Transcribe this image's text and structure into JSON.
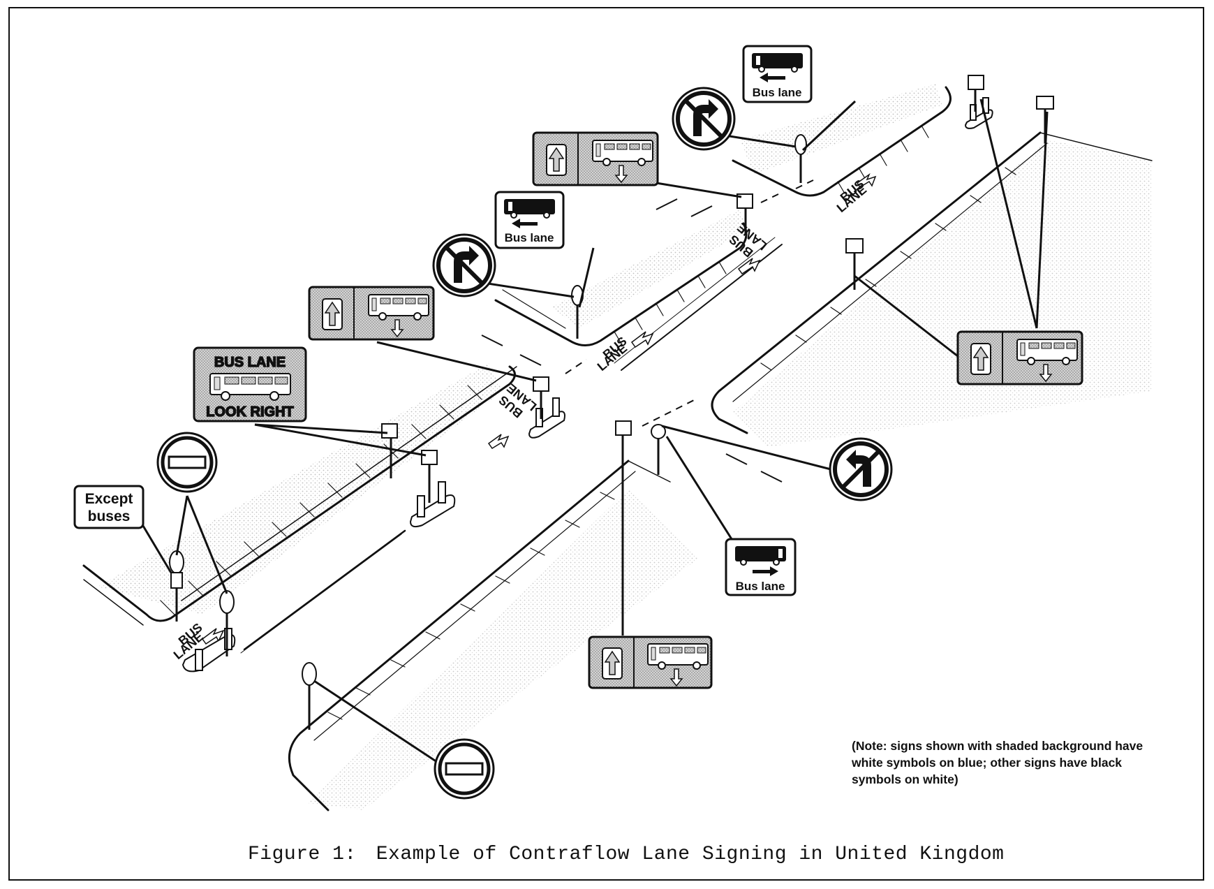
{
  "figure": {
    "number_label": "Figure 1:",
    "title": "Example of Contraflow Lane Signing in United Kingdom"
  },
  "note": "(Note: signs shown with shaded background have white symbols on blue; other signs have black symbols on white)",
  "signs": {
    "except_buses": [
      "Except",
      "buses"
    ],
    "bus_lane_look_right": {
      "top": "BUS LANE",
      "bottom": "LOOK RIGHT"
    },
    "bus_lane_left_1": "Bus lane",
    "bus_lane_left_2": "Bus lane",
    "bus_lane_right": "Bus lane"
  },
  "road_markings": {
    "bus": "BUS",
    "lane": "LANE"
  },
  "colors": {
    "ink": "#111111",
    "blue_sign_shading": "#bdbdbd",
    "pavement_stipple": "#9a9a9a"
  }
}
